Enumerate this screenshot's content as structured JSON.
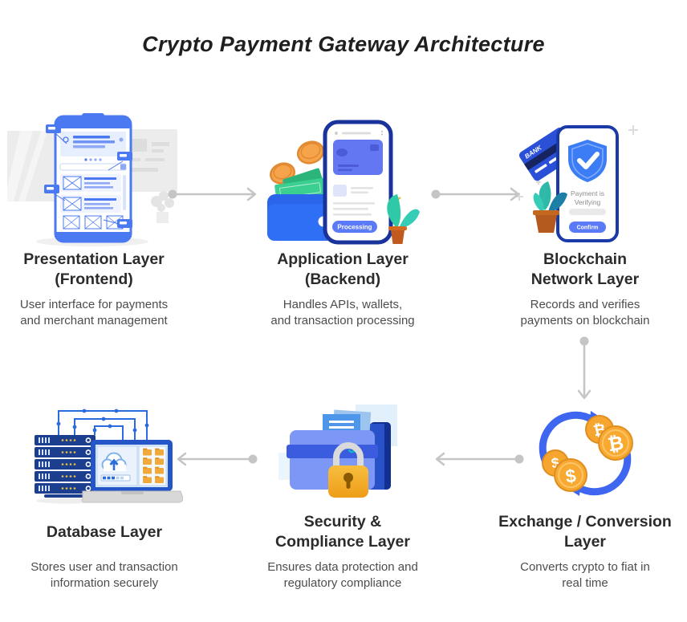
{
  "title": "Crypto Payment Gateway Architecture",
  "nodes": [
    {
      "id": "presentation",
      "title_line1": "Presentation Layer",
      "title_line2": "(Frontend)",
      "desc_line1": "User interface for payments",
      "desc_line2": "and merchant management"
    },
    {
      "id": "application",
      "title_line1": "Application Layer",
      "title_line2": "(Backend)",
      "desc_line1": "Handles APIs, wallets,",
      "desc_line2": "and transaction processing"
    },
    {
      "id": "blockchain",
      "title_line1": "Blockchain",
      "title_line2": "Network Layer",
      "desc_line1": "Records and verifies",
      "desc_line2": "payments on blockchain"
    },
    {
      "id": "database",
      "title_line1": "Database Layer",
      "desc_line1": "Stores user and transaction",
      "desc_line2": "information securely"
    },
    {
      "id": "security",
      "title_line1": "Security &",
      "title_line2": "Compliance Layer",
      "desc_line1": "Ensures data protection and",
      "desc_line2": "regulatory compliance"
    },
    {
      "id": "exchange",
      "title_line1": "Exchange / Conversion",
      "title_line2": "Layer",
      "desc_line1": "Converts crypto to fiat in",
      "desc_line2": "real time"
    }
  ],
  "illustrations": {
    "application": {
      "processing_label": "Processing"
    },
    "blockchain": {
      "status_line1": "Payment is",
      "status_line2": "Verifying",
      "confirm_label": "Confirm",
      "card_label": "BANK"
    },
    "exchange": {
      "btc_symbol": "₿",
      "usd_symbol": "$"
    }
  },
  "colors": {
    "wireframe_blue": "#4A79F1",
    "phone_navy": "#19339B",
    "button_blue": "#5B7AF7",
    "coin_orange": "#F6A52E",
    "cash_green": "#3BCF92",
    "plant_teal": "#2FC9A7",
    "folder_gold": "#F2A93B",
    "flow_arrow_gray": "#C5C5C5",
    "heading_text": "#2B2B2B",
    "body_text": "#4D4D4D"
  }
}
